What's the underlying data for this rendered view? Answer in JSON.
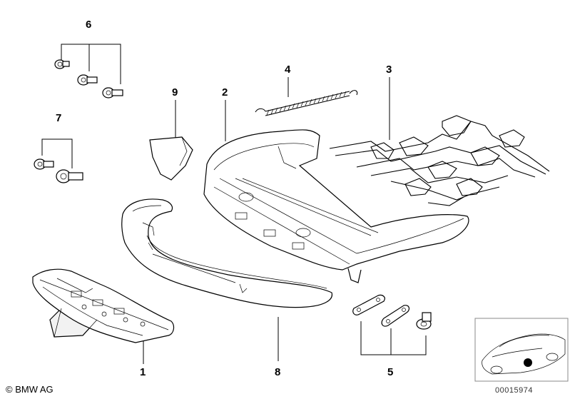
{
  "callouts": {
    "p1": "1",
    "p2": "2",
    "p3": "3",
    "p4": "4",
    "p5": "5",
    "p6": "6",
    "p7": "7",
    "p8": "8",
    "p9": "9"
  },
  "footer": {
    "copyright": "© BMW AG",
    "doc_id": "00015974"
  }
}
